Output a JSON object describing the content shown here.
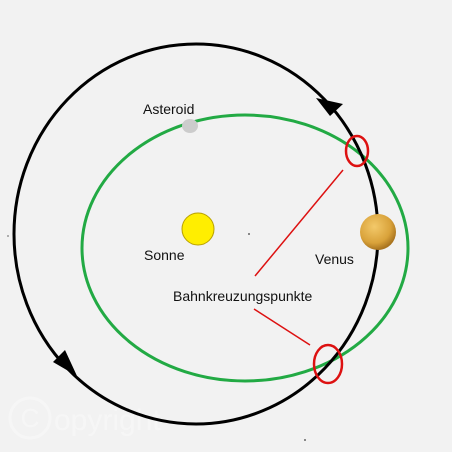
{
  "labels": {
    "asteroid": "Asteroid",
    "sun": "Sonne",
    "venus": "Venus",
    "crossing_points": "Bahnkreuzungspunkte"
  },
  "watermark": {
    "text": "opyright"
  },
  "colors": {
    "background": "#f2f2f2",
    "asteroid_orbit": "#000000",
    "venus_orbit": "#22aa44",
    "sun": "#ffee00",
    "venus": "#d9a23a",
    "asteroid": "#cccccc",
    "marker": "#dd1111",
    "pointer_line": "#dd1111"
  }
}
